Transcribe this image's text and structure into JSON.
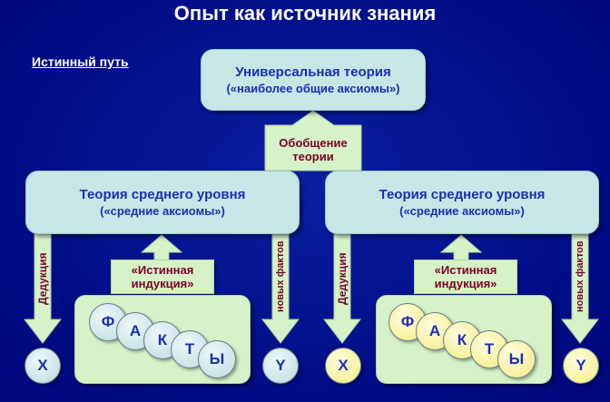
{
  "title": "Опыт как источник знания",
  "subtitle": "Истинный путь",
  "top_box": {
    "line1": "Универсальная теория",
    "line2": "(«наиболее общие аксиомы»)"
  },
  "generalization_label": {
    "line1": "Обобщение",
    "line2": "теории"
  },
  "left_box": {
    "line1": "Теория среднего уровня",
    "line2": "(«средние аксиомы»)"
  },
  "right_box": {
    "line1": "Теория среднего уровня",
    "line2": "(«средние аксиомы»)"
  },
  "induction_label": {
    "line1": "«Истинная",
    "line2": "индукция»"
  },
  "deduction_label": "Дедукция",
  "new_facts_label": "новых фактов",
  "facts_letters": [
    "Ф",
    "А",
    "К",
    "Т",
    "Ы"
  ],
  "x_label": "X",
  "y_label": "Y",
  "colors": {
    "background": "#000c85",
    "box_fill": "#c7e6e6",
    "arrow_fill": "#d6f2c8",
    "blue_text": "#1a2fb5",
    "red_text": "#7a0028",
    "left_circles": "#c7e6e6",
    "right_circles": "#f2ec7e"
  }
}
